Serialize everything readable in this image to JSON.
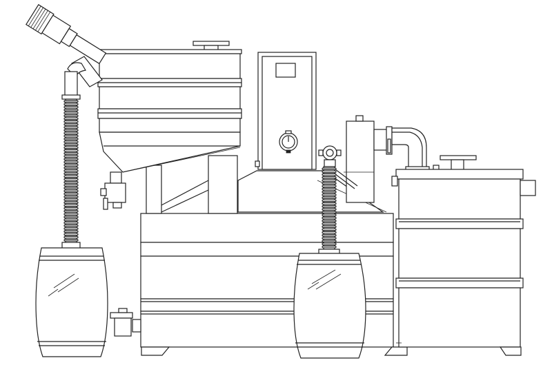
{
  "diagram": {
    "kind": "technical-line-drawing",
    "labels": [],
    "colors": {
      "stroke": "#222222",
      "background": "#ffffff"
    },
    "components": [
      "motor-icon",
      "feed-pipe-left",
      "flexible-hose-left",
      "left-barrel",
      "hopper-vessel",
      "cone-discharge",
      "bottom-valve-left",
      "control-panel",
      "pressure-gauge-icon",
      "main-tank",
      "drain-valve",
      "center-barrel",
      "flexible-hose-center",
      "pump-column",
      "elbow-pipe",
      "right-tank"
    ]
  }
}
